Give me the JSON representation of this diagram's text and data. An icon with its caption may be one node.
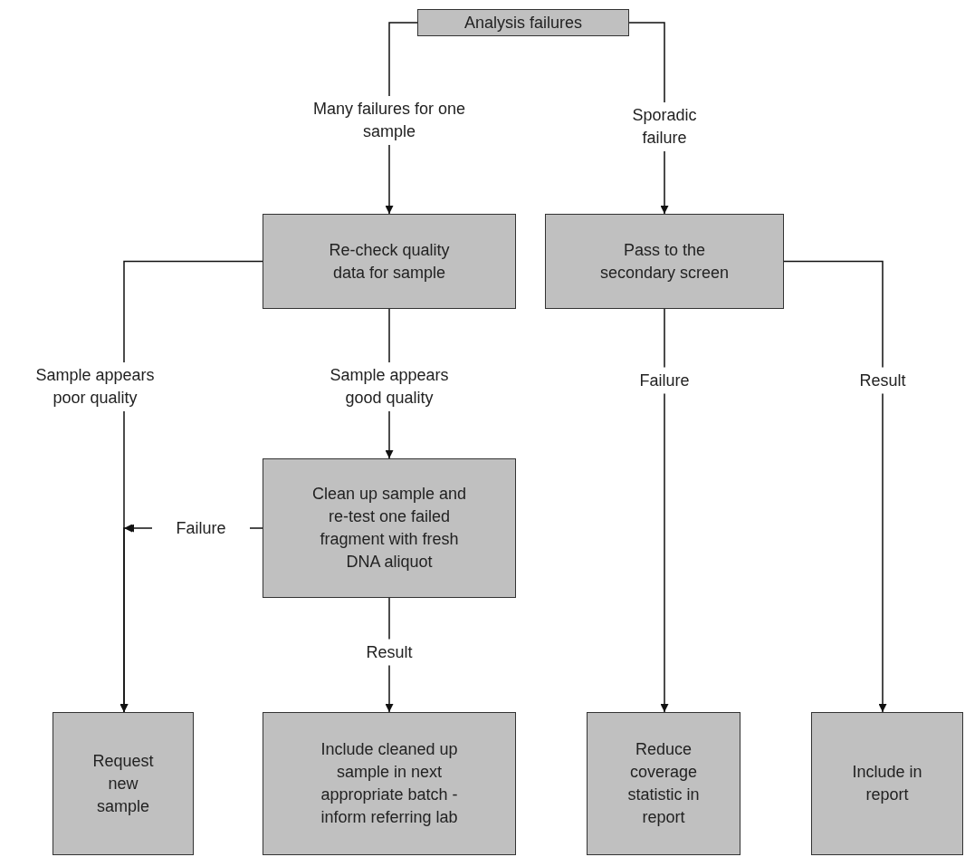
{
  "diagram": {
    "nodes": [
      {
        "text": [
          "Analysis failures"
        ]
      },
      {
        "text": [
          "Re-check quality data for sample"
        ]
      },
      {
        "text": [
          "Pass to the secondary screen"
        ]
      },
      {
        "text": [
          "Clean up sample and re-test one failed fragment with fresh DNA aliquot"
        ]
      },
      {
        "text": [
          "Request new sample"
        ]
      },
      {
        "text": [
          "Include cleaned up sample in next appropriate batch - inform referring lab"
        ]
      },
      {
        "text": [
          "Reduce coverage statistic in report"
        ]
      },
      {
        "text": [
          "Include in report"
        ]
      }
    ],
    "edges": [
      {
        "from": 0,
        "to": 1,
        "arrow": "to",
        "label": "Many failures for one sample"
      },
      {
        "from": 0,
        "to": 2,
        "arrow": "to",
        "label": "Sporadic failure"
      },
      {
        "from": 1,
        "to": 4,
        "arrow": "to",
        "label": "Sample appears poor quality"
      },
      {
        "from": 1,
        "to": 3,
        "arrow": "to",
        "label": "Sample appears good quality"
      },
      {
        "from": 3,
        "to": 4,
        "arrow": "to",
        "label": "Failure"
      },
      {
        "from": 3,
        "to": 5,
        "arrow": "to",
        "label": "Result"
      },
      {
        "from": 2,
        "to": 6,
        "arrow": "to",
        "label": "Failure"
      },
      {
        "from": 2,
        "to": 7,
        "arrow": "to",
        "label": "Result"
      }
    ]
  }
}
